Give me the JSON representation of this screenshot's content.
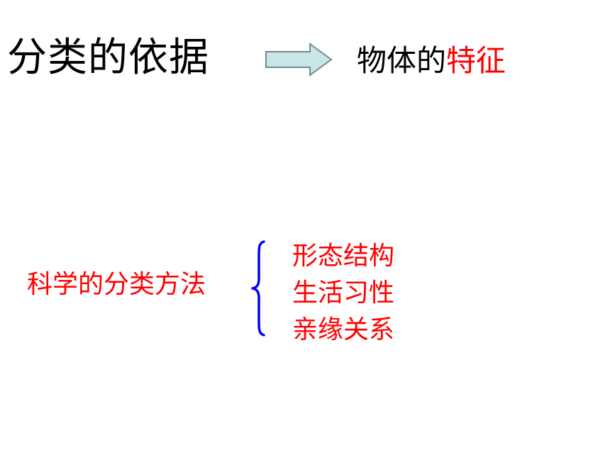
{
  "slide": {
    "title": "分类的依据",
    "feature_prefix": "物体的",
    "feature_highlight": "特征",
    "method_label": "科学的分类方法",
    "methods": [
      "形态结构",
      "生活习性",
      "亲缘关系"
    ]
  },
  "icons": {
    "arrow": "right-arrow-icon",
    "brace": "left-curly-brace"
  },
  "colors": {
    "title_text": "#000000",
    "highlight": "#ff0000",
    "arrow_fill": "#c8e6e6",
    "arrow_stroke": "#6f8b8b",
    "brace": "#0000ff"
  }
}
